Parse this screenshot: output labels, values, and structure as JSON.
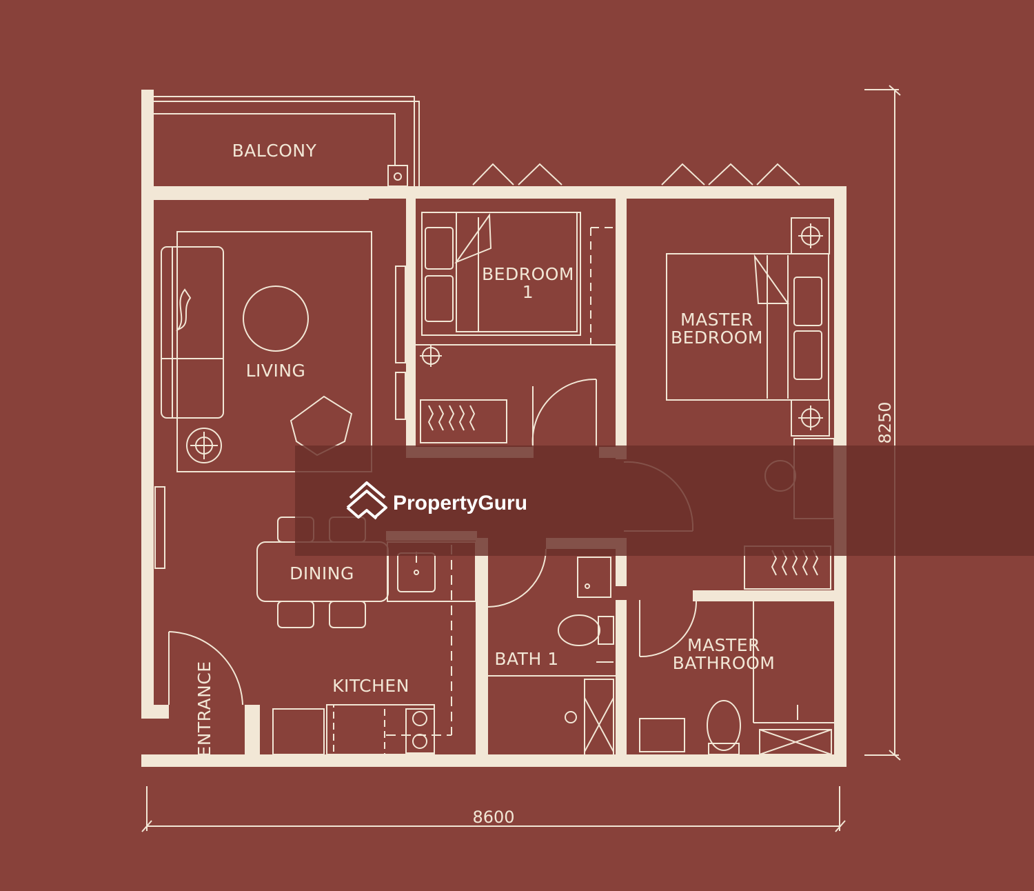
{
  "colors": {
    "background": "#88413a",
    "line": "#f2e7d6",
    "watermark_band": "#6a2f2a"
  },
  "rooms": {
    "balcony": "BALCONY",
    "bedroom1_line1": "BEDROOM",
    "bedroom1_line2": "1",
    "master_bedroom_line1": "MASTER",
    "master_bedroom_line2": "BEDROOM",
    "living": "LIVING",
    "dining": "DINING",
    "kitchen": "KITCHEN",
    "bath1": "BATH 1",
    "master_bathroom_line1": "MASTER",
    "master_bathroom_line2": "BATHROOM",
    "entrance": "ENTRANCE"
  },
  "dimensions": {
    "width": "8600",
    "height": "8250"
  },
  "watermark": {
    "brand": "PropertyGuru",
    "icon": "propertyguru-logo-icon"
  }
}
